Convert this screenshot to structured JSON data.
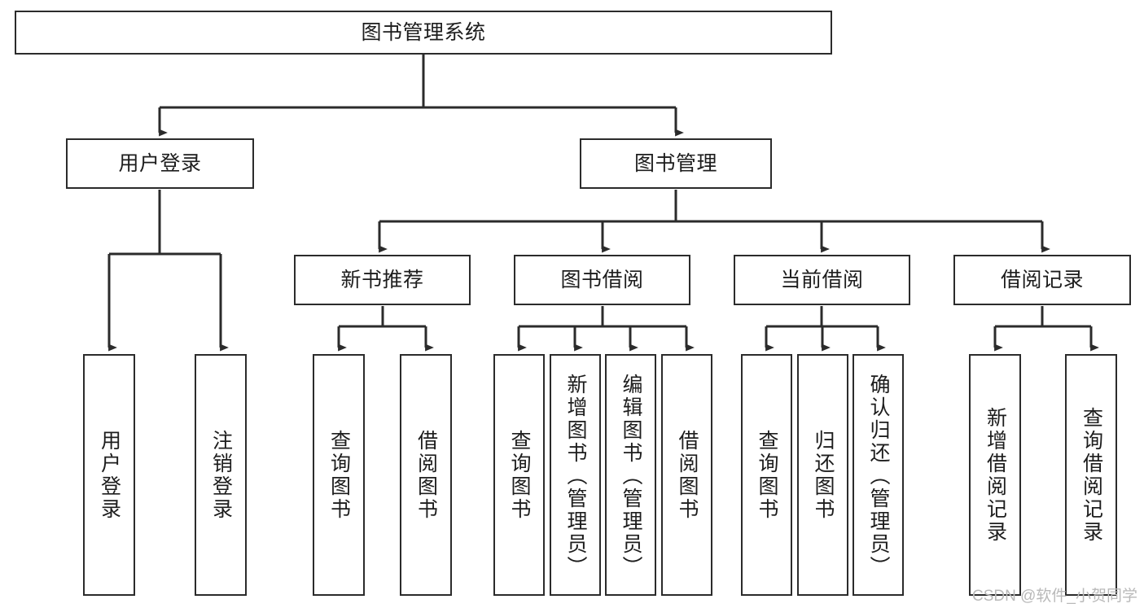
{
  "diagram": {
    "type": "tree",
    "title": "图书管理系统",
    "watermark": "CSDN @软件_小贺同学",
    "colors": {
      "stroke": "#2b2b2b",
      "fill": "#ffffff",
      "text": "#1d1d1d",
      "watermark": "#b9b9b9"
    },
    "nodes": {
      "root": {
        "label": "图书管理系统"
      },
      "level2": [
        {
          "label": "用户登录"
        },
        {
          "label": "图书管理"
        }
      ],
      "level3": [
        {
          "label": "新书推荐"
        },
        {
          "label": "图书借阅"
        },
        {
          "label": "当前借阅"
        },
        {
          "label": "借阅记录"
        }
      ],
      "leaves": {
        "user_login": [
          {
            "label": "用户登录"
          },
          {
            "label": "注销登录"
          }
        ],
        "new_book": [
          {
            "label": "查询图书"
          },
          {
            "label": "借阅图书"
          }
        ],
        "borrow_book": [
          {
            "label": "查询图书"
          },
          {
            "label": "新增图书（管理员）"
          },
          {
            "label": "编辑图书（管理员）"
          },
          {
            "label": "借阅图书"
          }
        ],
        "current_borrow": [
          {
            "label": "查询图书"
          },
          {
            "label": "归还图书"
          },
          {
            "label": "确认归还（管理员）"
          }
        ],
        "borrow_record": [
          {
            "label": "新增借阅记录"
          },
          {
            "label": "查询借阅记录"
          }
        ]
      }
    }
  }
}
